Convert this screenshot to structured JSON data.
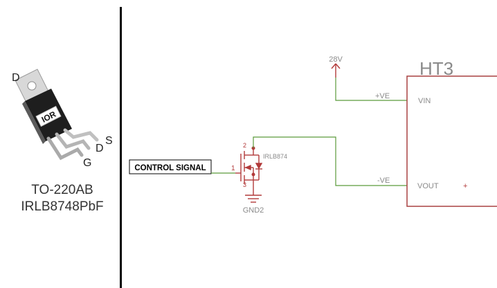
{
  "package": {
    "name": "TO-220AB",
    "part": "IRLB8748PbF",
    "logo_text": "IOR",
    "pin_labels": {
      "drain_top": "D",
      "source": "S",
      "drain_bottom": "D",
      "gate": "G"
    }
  },
  "schematic": {
    "control_signal": "CONTROL SIGNAL",
    "mosfet_label": "IRLB874",
    "pin_gate": "1",
    "pin_drain": "2",
    "pin_source": "3",
    "ground_label": "GND2",
    "supply_label": "28V",
    "net_pos": "+VE",
    "net_neg": "-VE",
    "block_title": "HT3",
    "block_pin_vin": "VIN",
    "block_pin_vout": "VOUT",
    "block_plus": "+"
  },
  "colors": {
    "wire": "#5a9a3a",
    "component": "#b23a3a",
    "block_outline": "#a84040",
    "text_gray": "#8a8a8a",
    "divider": "#000000"
  }
}
